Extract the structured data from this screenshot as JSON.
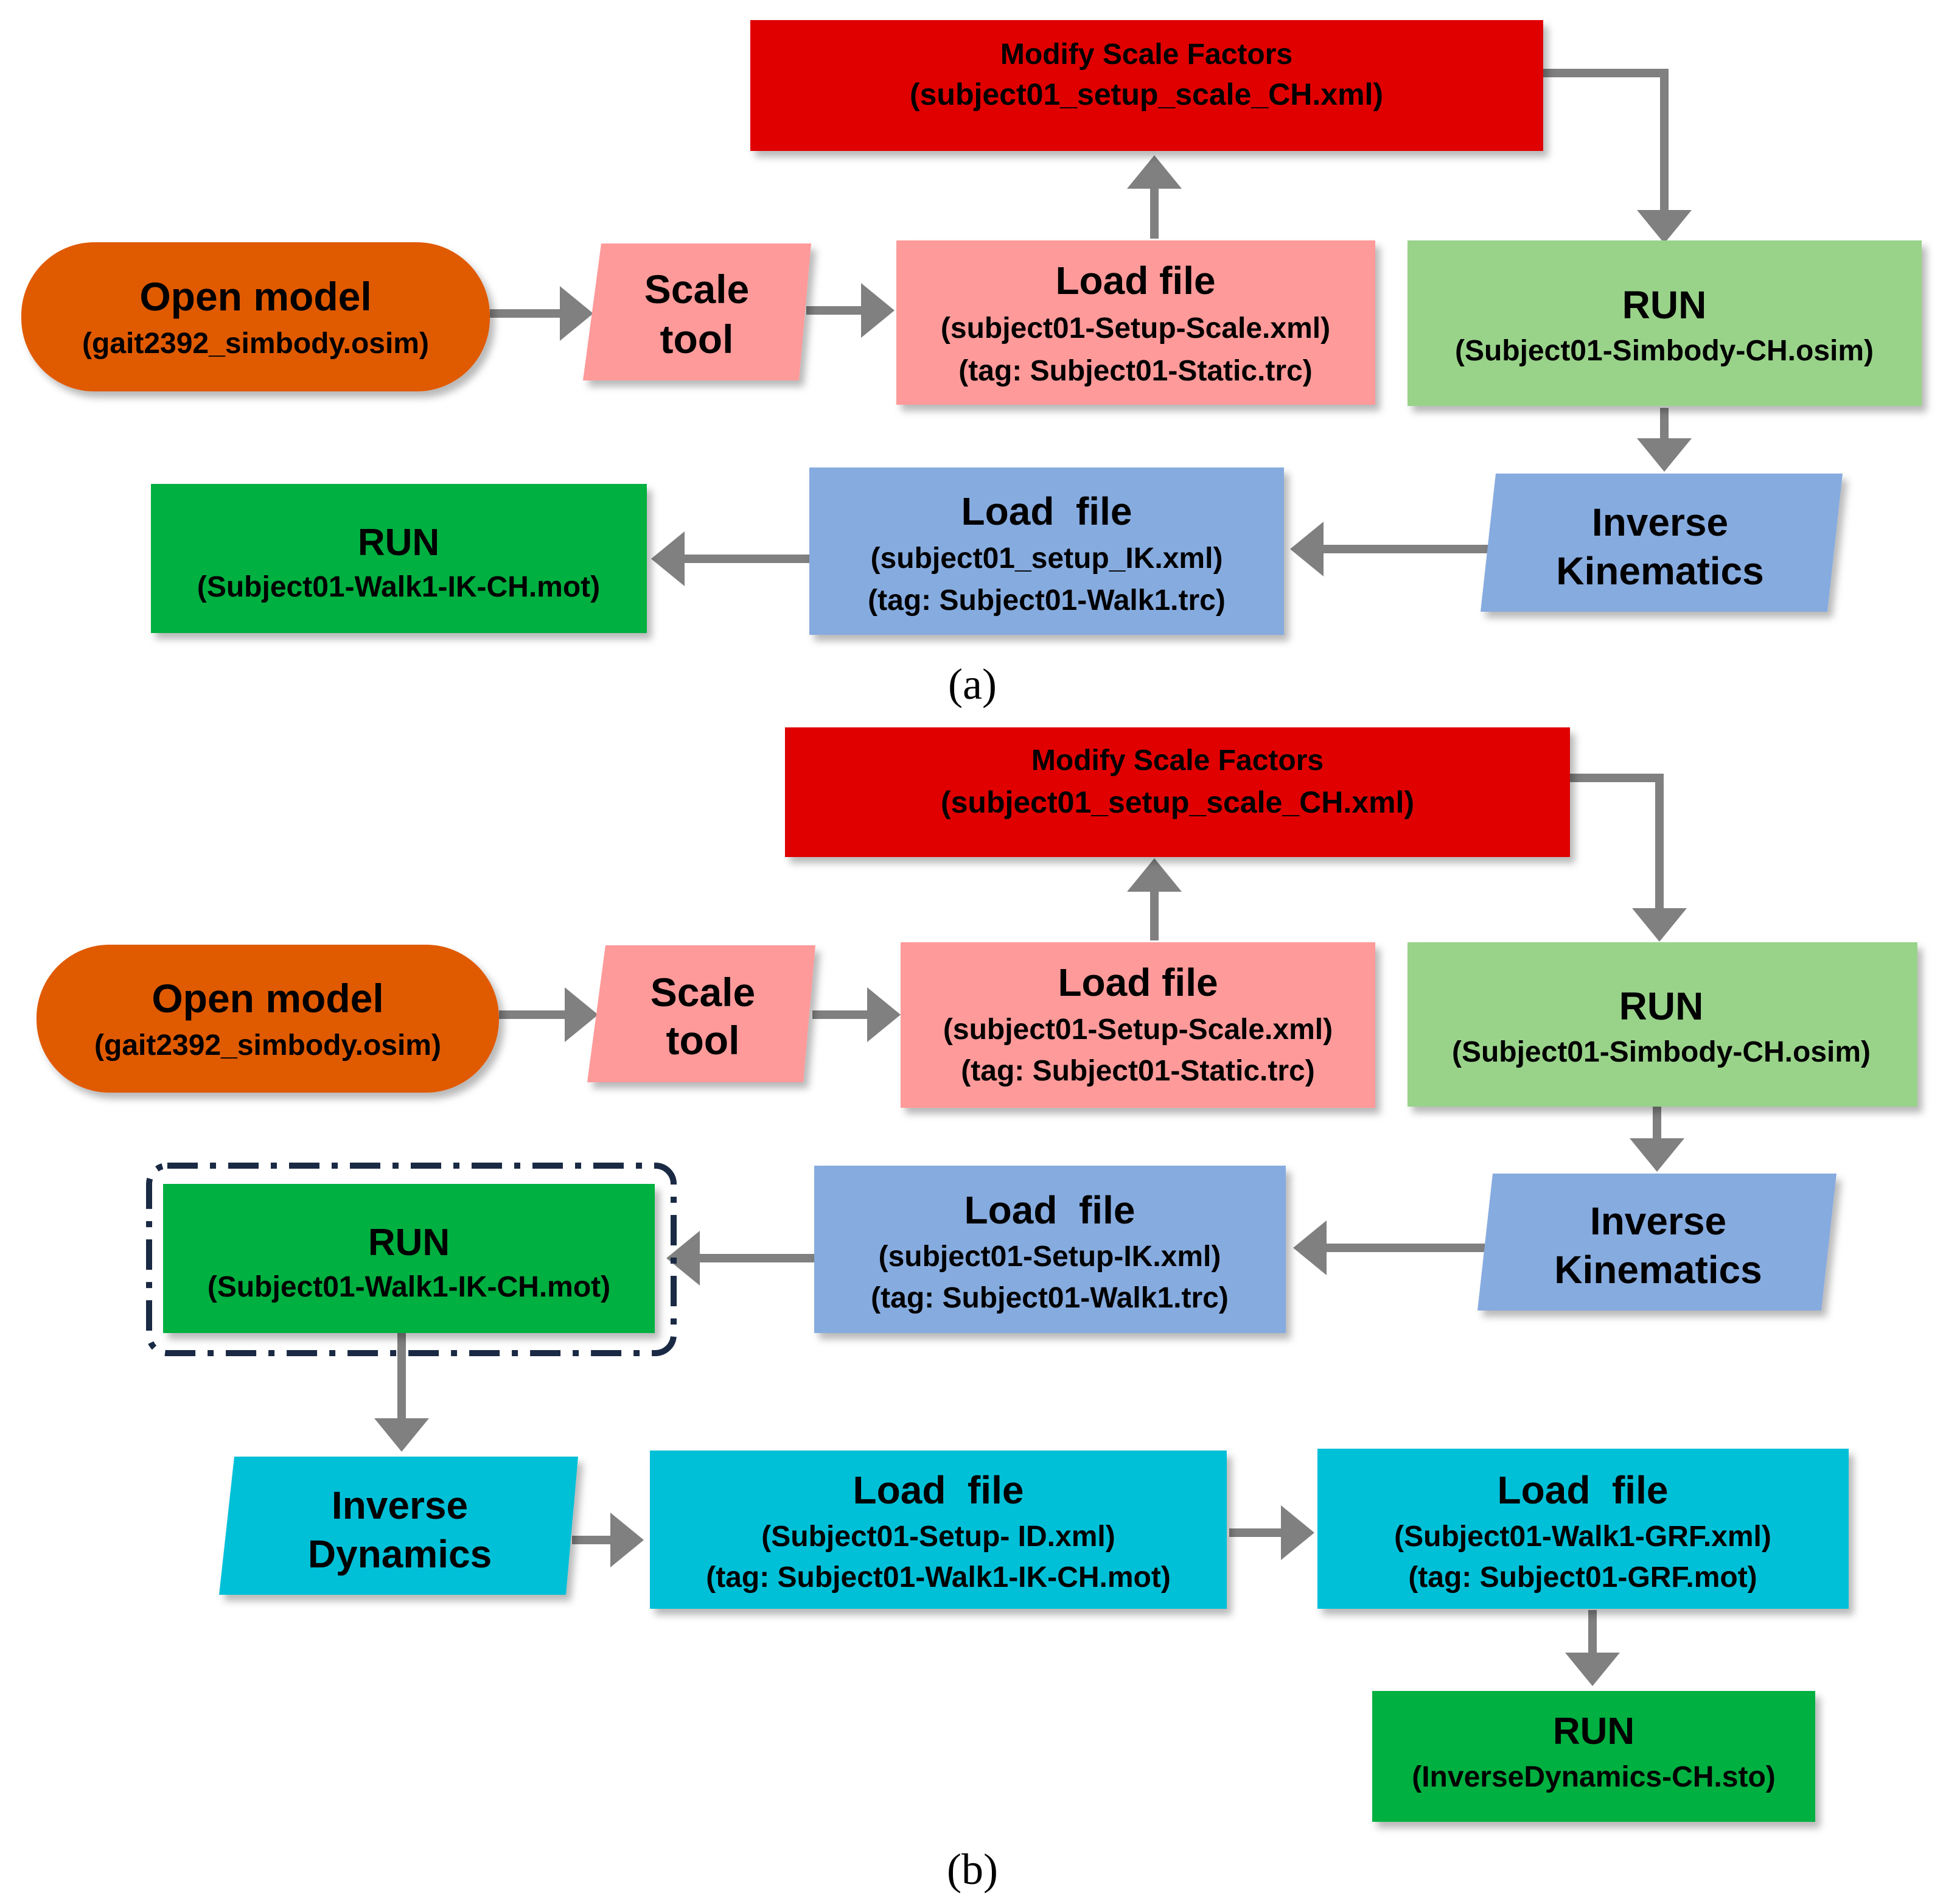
{
  "panel_a": {
    "caption": "(a)",
    "modify": {
      "title": "Modify Scale Factors",
      "file": "(subject01_setup_scale_CH.xml)"
    },
    "open_model": {
      "title": "Open model",
      "file": "(gait2392_simbody.osim)"
    },
    "scale_tool": {
      "line1": "Scale",
      "line2": "tool"
    },
    "load_scale": {
      "title": "Load file",
      "file": "(subject01-Setup-Scale.xml)",
      "tag": "(tag: Subject01-Static.trc)"
    },
    "run_scale": {
      "title": "RUN",
      "file": "(Subject01-Simbody-CH.osim)"
    },
    "ik": {
      "line1": "Inverse",
      "line2": "Kinematics"
    },
    "load_ik": {
      "title": "Load  file",
      "file": "(subject01_setup_IK.xml)",
      "tag": "(tag: Subject01-Walk1.trc)"
    },
    "run_ik": {
      "title": "RUN",
      "file": "(Subject01-Walk1-IK-CH.mot)"
    }
  },
  "panel_b": {
    "caption": "(b)",
    "modify": {
      "title": "Modify Scale Factors",
      "file": "(subject01_setup_scale_CH.xml)"
    },
    "open_model": {
      "title": "Open model",
      "file": "(gait2392_simbody.osim)"
    },
    "scale_tool": {
      "line1": "Scale",
      "line2": "tool"
    },
    "load_scale": {
      "title": "Load file",
      "file": "(subject01-Setup-Scale.xml)",
      "tag": "(tag: Subject01-Static.trc)"
    },
    "run_scale": {
      "title": "RUN",
      "file": "(Subject01-Simbody-CH.osim)"
    },
    "ik": {
      "line1": "Inverse",
      "line2": "Kinematics"
    },
    "load_ik": {
      "title": "Load  file",
      "file": "(subject01-Setup-IK.xml)",
      "tag": "(tag: Subject01-Walk1.trc)"
    },
    "run_ik": {
      "title": "RUN",
      "file": "(Subject01-Walk1-IK-CH.mot)"
    },
    "id": {
      "line1": "Inverse",
      "line2": "Dynamics"
    },
    "load_id": {
      "title": "Load  file",
      "file": "(Subject01-Setup- ID.xml)",
      "tag": "(tag: Subject01-Walk1-IK-CH.mot)"
    },
    "load_grf": {
      "title": "Load  file",
      "file": "(Subject01-Walk1-GRF.xml)",
      "tag": "(tag: Subject01-GRF.mot)"
    },
    "run_id": {
      "title": "RUN",
      "file": "(InverseDynamics-CH.sto)"
    }
  },
  "colors": {
    "red": "#e00000",
    "orange": "#e05a00",
    "pink": "#ff9a9a",
    "light_green": "#99d38a",
    "blue": "#86abdf",
    "green": "#00b040",
    "cyan": "#00c0d8",
    "arrow": "#808080",
    "dash": "#1a2a44"
  }
}
